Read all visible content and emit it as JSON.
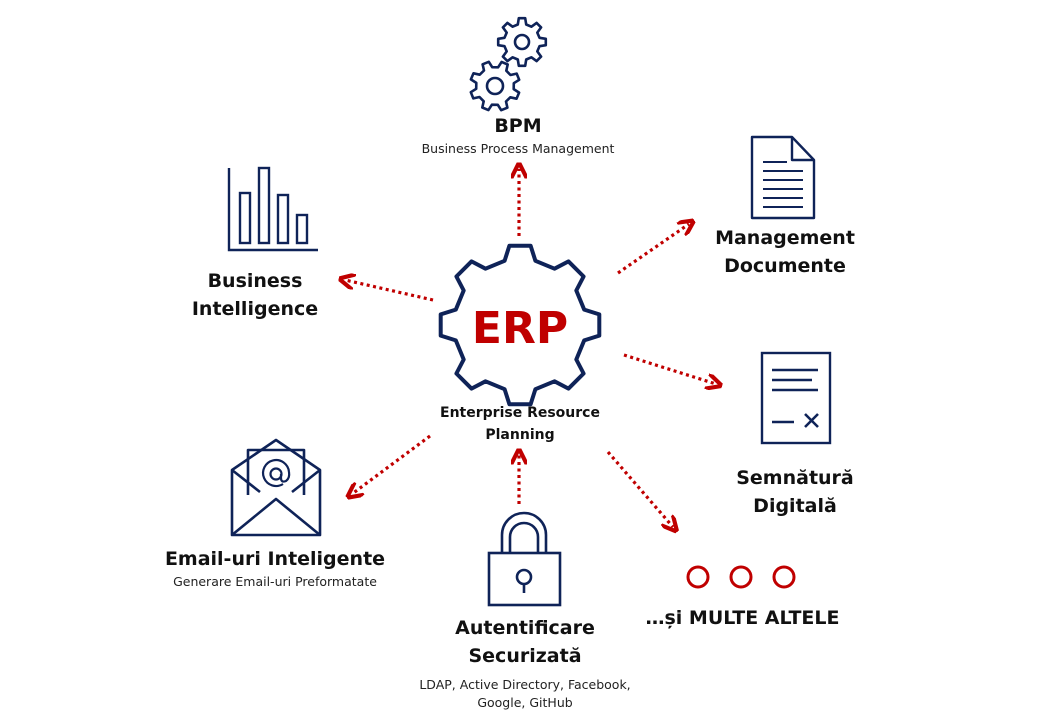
{
  "colors": {
    "navy": "#0f2358",
    "red": "#c00000"
  },
  "center": {
    "acronym": "ERP",
    "line1": "Enterprise Resource",
    "line2": "Planning",
    "icon": "gear-icon"
  },
  "nodes": {
    "bpm": {
      "title": "BPM",
      "subtitle": "Business Process Management",
      "icon": "gears-icon"
    },
    "bi": {
      "line1": "Business",
      "line2": "Intelligence",
      "icon": "bar-chart-icon"
    },
    "docs": {
      "line1": "Management",
      "line2": "Documente",
      "icon": "document-icon"
    },
    "sign": {
      "line1": "Semnătură",
      "line2": "Digitală",
      "icon": "signature-document-icon"
    },
    "email": {
      "title": "Email-uri Inteligente",
      "subtitle": "Generare Email-uri Preformatate",
      "icon": "email-envelope-icon"
    },
    "auth": {
      "line1": "Autentificare",
      "line2": "Securizată",
      "sub1": "LDAP, Active Directory, Facebook,",
      "sub2": "Google, GitHub",
      "icon": "padlock-icon"
    },
    "more": {
      "title": "…și MULTE ALTELE",
      "icon": "dots-icon"
    }
  }
}
